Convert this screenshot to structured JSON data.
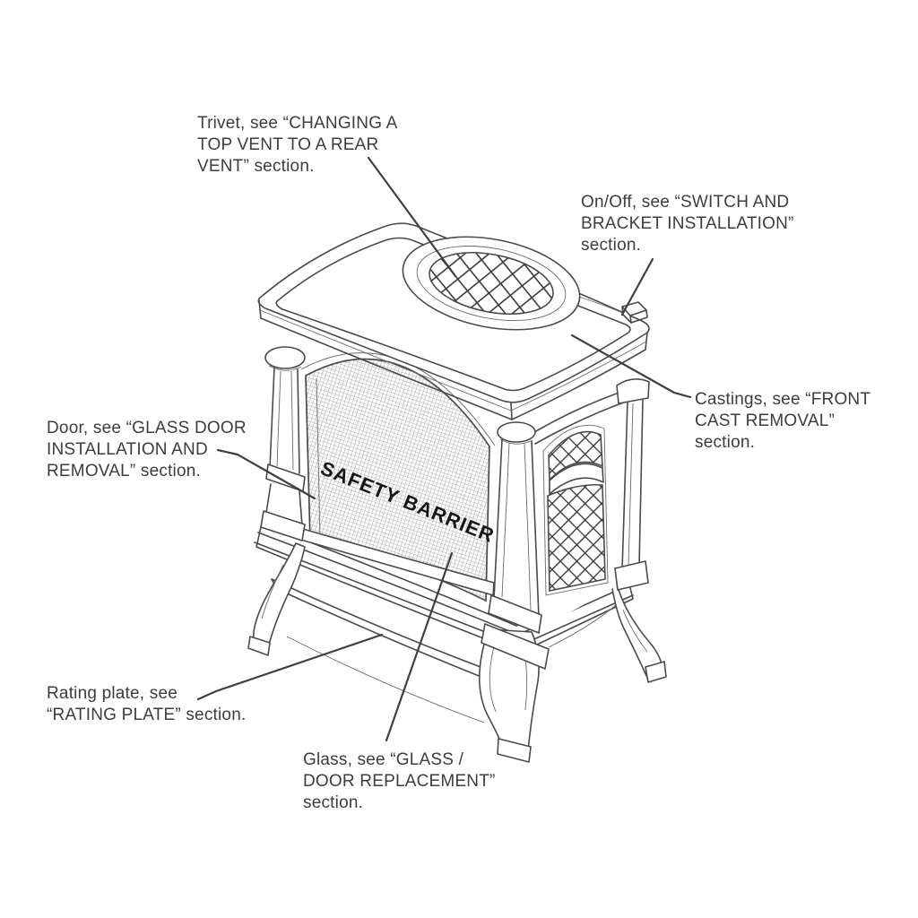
{
  "diagram": {
    "labels": {
      "trivet": "Trivet, see “CHANGING A\nTOP VENT TO A REAR\nVENT” section.",
      "onoff": "On/Off, see “SWITCH AND\nBRACKET INSTALLATION”\nsection.",
      "castings": "Castings, see “FRONT\nCAST REMOVAL”\nsection.",
      "door": "Door, see “GLASS DOOR\nINSTALLATION AND\nREMOVAL” section.",
      "rating_plate": "Rating plate, see\n“RATING PLATE” section.",
      "glass": "Glass, see “GLASS /\nDOOR REPLACEMENT”\nsection.",
      "safety_barrier": "SAFETY BARRIER"
    },
    "colors": {
      "line": "#4a4a4a",
      "text": "#3d3d3d",
      "background": "#ffffff"
    }
  }
}
